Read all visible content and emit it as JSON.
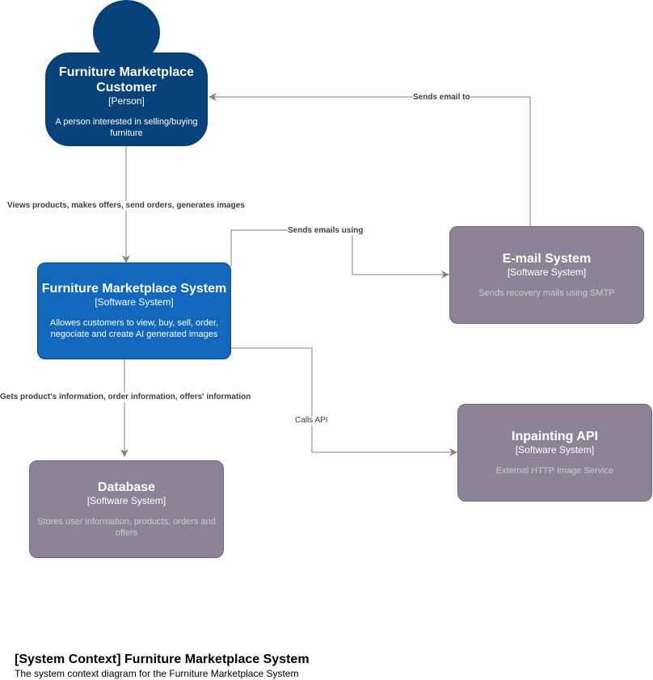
{
  "nodes": {
    "customer": {
      "name": "Furniture Marketplace Customer",
      "type": "[Person]",
      "description": "A person interested in selling/buying furniture"
    },
    "marketplace": {
      "name": "Furniture Marketplace System",
      "type": "[Software System]",
      "description": "Allowes customers to view, buy, sell, order, negociate and create AI generated images"
    },
    "email": {
      "name": "E-mail System",
      "type": "[Software System]",
      "description": "Sends recovery mails using SMTP"
    },
    "inpainting": {
      "name": "Inpainting API",
      "type": "[Software System]",
      "description": "External HTTP Image Service"
    },
    "database": {
      "name": "Database",
      "type": "[Software System]",
      "description": "Stores user information, products, orders and offers"
    }
  },
  "edges": {
    "customer_to_marketplace": "Views products, makes offers, send orders, generates images",
    "email_to_customer": "Sends email to",
    "marketplace_to_email": "Sends emails using",
    "marketplace_to_inpainting": "Calls API",
    "marketplace_to_database": "Gets product's information, order information, offers' information"
  },
  "legend": {
    "title": "[System Context] Furniture Marketplace System",
    "description": "The system context diagram for the Furniture Marketplace System"
  },
  "colors": {
    "person": "#08427b",
    "focus_system": "#1168bd",
    "external_system": "#8c8496",
    "connector": "#828282"
  }
}
